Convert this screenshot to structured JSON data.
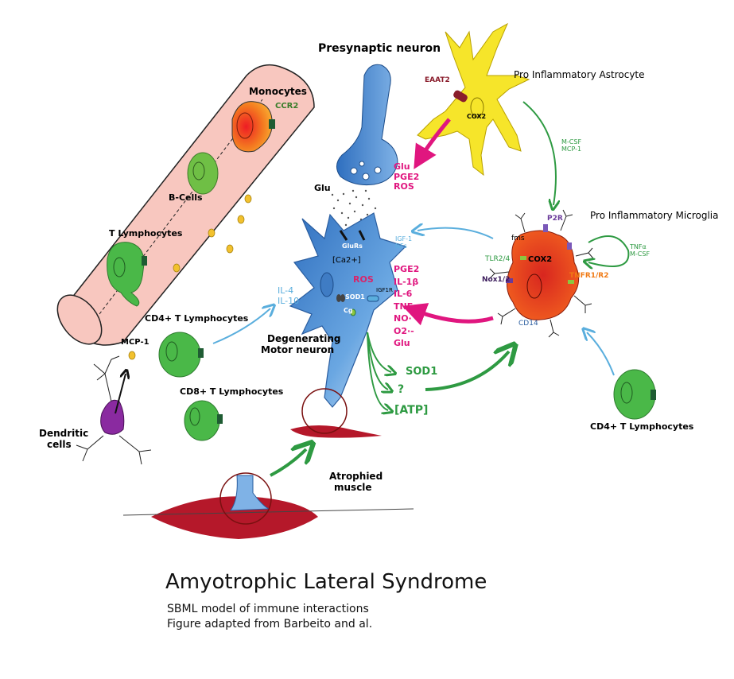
{
  "title": "Amyotrophic Lateral Syndrome",
  "subtitle_lines": [
    "SBML model of immune interactions",
    "Figure adapted from Barbeito and al."
  ],
  "cells": {
    "presynaptic": "Presynaptic neuron",
    "astrocyte": "Pro Inflammatory Astrocyte",
    "microglia": "Pro Inflammatory Microglia",
    "motor_neuron": [
      "Degenerating",
      "Motor neuron"
    ],
    "monocytes": "Monocytes",
    "b_cells": "B-Cells",
    "t_lymph": "T Lymphocytes",
    "cd4_left": "CD4+ T Lymphocytes",
    "cd8": "CD8+ T Lymphocytes",
    "cd4_right": "CD4+ T Lymphocytes",
    "dendritic": [
      "Dendritic",
      "cells"
    ],
    "atrophied": [
      "Atrophied",
      "muscle"
    ]
  },
  "molecules": {
    "ccr2": "CCR2",
    "eaat2": "EAAT2",
    "cox2_astro": "COX2",
    "glu_label": "Glu",
    "astro_out": [
      "Glu",
      "PGE2",
      "ROS"
    ],
    "mcsf_mcp1": [
      "M-CSF",
      "MCP-1"
    ],
    "igf_nfs": [
      "IGF-1",
      "NFs"
    ],
    "p2r": "P2R",
    "fms": "fms",
    "tlr": "TLR2/4",
    "cox2_micro": "COX2",
    "nox": "Nox1/2",
    "tnfr": "TNFR1/R2",
    "cd14": "CD14",
    "tnf_mcsf": [
      "TNFα",
      "M-CSF"
    ],
    "microglia_out": [
      "PGE2",
      "IL-1β",
      "IL-6",
      "TNFα",
      "NO·",
      "O2·-",
      "Glu"
    ],
    "glurs": "GluRs",
    "ca": "[Ca2+]",
    "ros": "ROS",
    "sod1_mn": "SOD1",
    "cg": "Cg",
    "igf1r": "IGF1R",
    "il": [
      "IL-4",
      "IL-10"
    ],
    "mcp1": "MCP-1",
    "sod1_out": "SOD1",
    "question": "?",
    "atp": "[ATP]"
  },
  "colors": {
    "pink": "#e0167f",
    "blue": "#5aaedd",
    "green": "#2e9a42",
    "astrocyte": "#f6e52a",
    "microglia": "#ee4d1f",
    "neuron": "#4a8bd0",
    "vessel": "#f8c7bf",
    "muscle": "#b5182a",
    "lymph": "#4ab848"
  }
}
